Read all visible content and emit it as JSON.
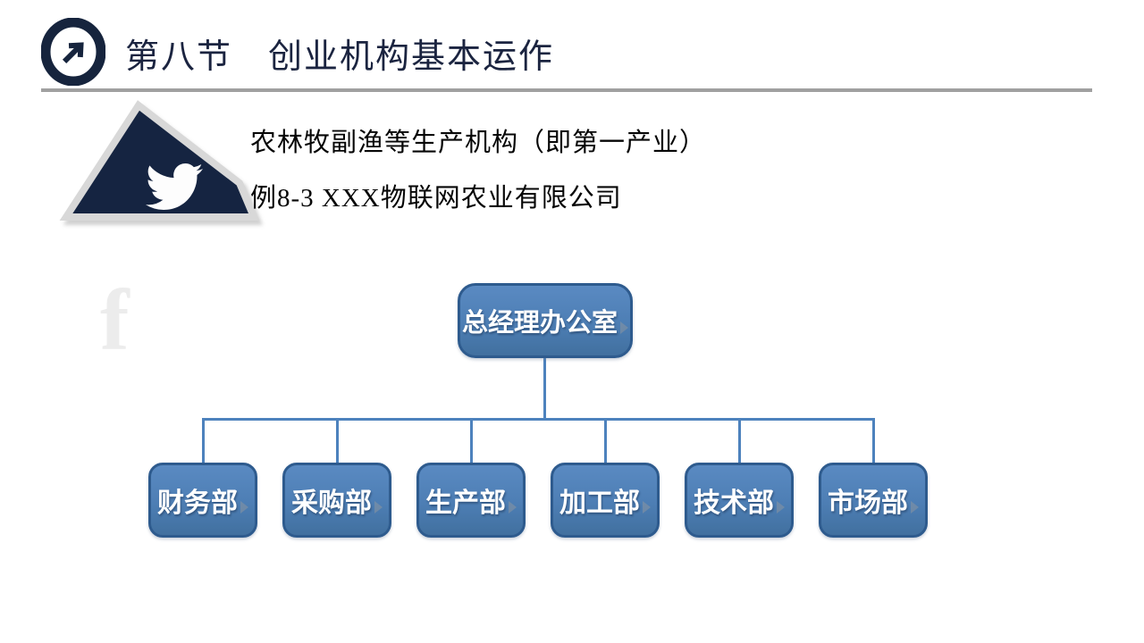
{
  "header": {
    "title": "第八节　创业机构基本运作"
  },
  "intro": {
    "line1": "农林牧副渔等生产机构（即第一产业）",
    "line2": "例8-3 XXX物联网农业有限公司"
  },
  "watermark": {
    "letter": "f"
  },
  "org_chart": {
    "root": {
      "label": "总经理办公室"
    },
    "departments": [
      {
        "label": "财务部"
      },
      {
        "label": "采购部"
      },
      {
        "label": "生产部"
      },
      {
        "label": "加工部"
      },
      {
        "label": "技术部"
      },
      {
        "label": "市场部"
      }
    ]
  },
  "colors": {
    "accent_navy": "#16243d",
    "box_fill": "#4d7eb4",
    "box_border": "#2e5b8e",
    "connector": "#4d82bd",
    "divider_gray": "#a0a0a0",
    "title_text": "#1b2440",
    "box_text": "#ffffff"
  }
}
